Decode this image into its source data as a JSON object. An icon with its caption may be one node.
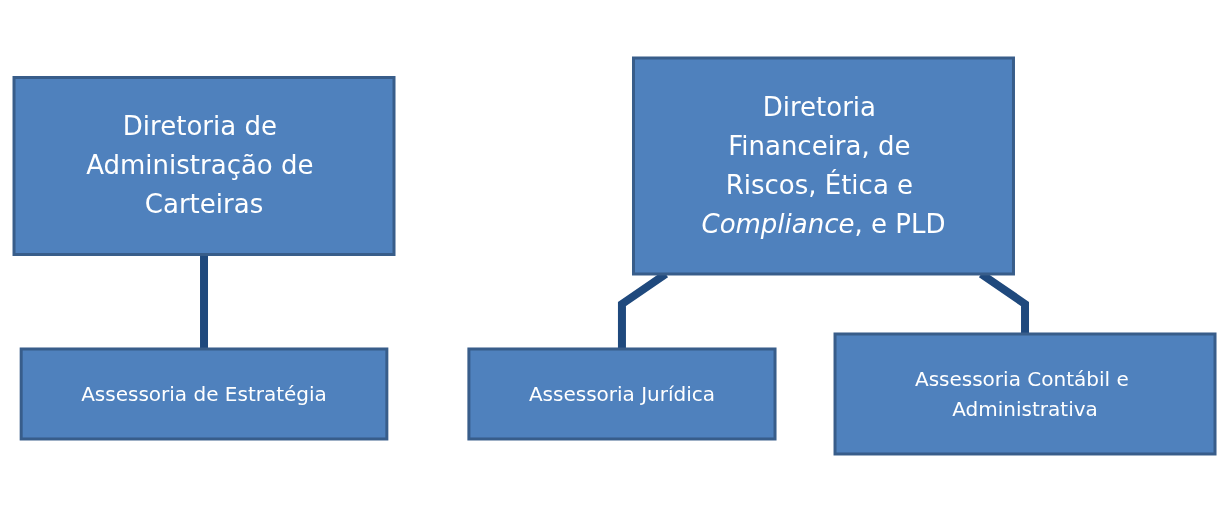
{
  "diagram": {
    "nodes": [
      {
        "text": [
          "Diretoria de Administração de Carteiras"
        ]
      },
      {
        "text": [
          "Diretoria Financeira, de Riscos, Ética e *Compliance*, e PLD"
        ]
      },
      {
        "text": [
          "Assessoria de Estratégia"
        ]
      },
      {
        "text": [
          "Assessoria Jurídica"
        ]
      },
      {
        "text": [
          "Assessoria Contábil e Administrativa"
        ]
      }
    ],
    "edges": [
      {
        "from": 0,
        "to": 2,
        "arrow": "none"
      },
      {
        "from": 1,
        "to": 3,
        "arrow": "none"
      },
      {
        "from": 1,
        "to": 4,
        "arrow": "none"
      }
    ]
  }
}
